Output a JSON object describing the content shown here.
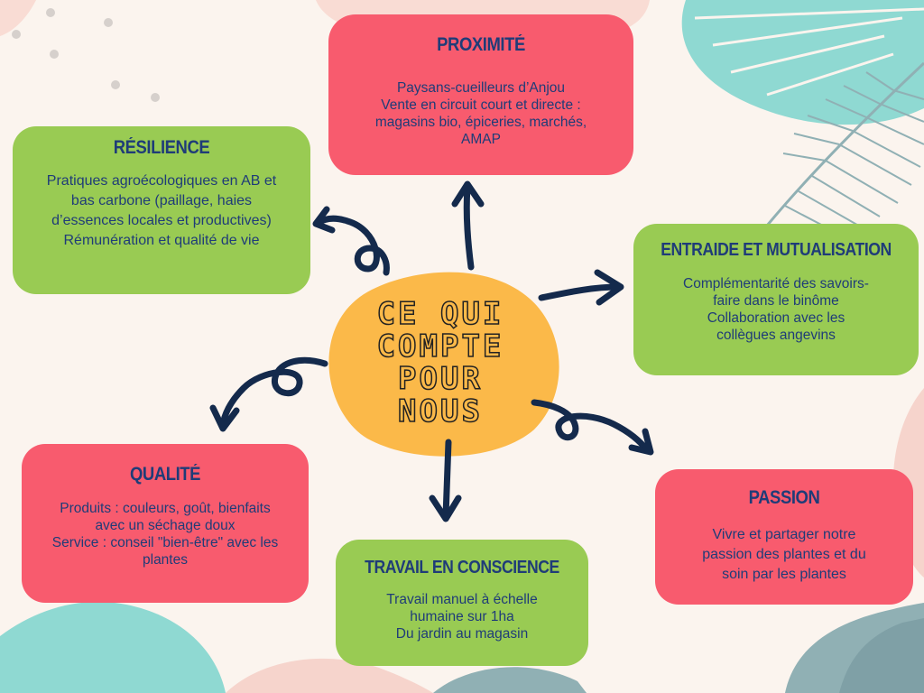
{
  "center": {
    "lines": [
      "CE QUI",
      "COMPTE",
      "POUR",
      "NOUS"
    ]
  },
  "cards": {
    "proximite": {
      "title": "PROXIMITÉ",
      "lines": [
        "Paysans-cueilleurs d’Anjou",
        "Vente en circuit court et directe :",
        "magasins bio, épiceries, marchés,",
        "AMAP"
      ]
    },
    "resilience": {
      "title": "RÉSILIENCE",
      "lines": [
        "Pratiques agroécologiques en AB et",
        "bas carbone (paillage, haies",
        "d’essences locales et productives)",
        "Rémunération et qualité de vie"
      ]
    },
    "entraide": {
      "title": "ENTRAIDE ET MUTUALISATION",
      "lines": [
        "Complémentarité des savoirs-",
        "faire dans le binôme",
        "Collaboration avec les",
        "collègues angevins"
      ]
    },
    "qualite": {
      "title": "QUALITÉ",
      "lines": [
        "Produits : couleurs, goût, bienfaits",
        "avec un séchage doux",
        "Service : conseil \"bien-être\" avec les",
        "plantes"
      ]
    },
    "travail": {
      "title": "TRAVAIL EN CONSCIENCE",
      "lines": [
        "Travail manuel à échelle",
        "humaine sur 1ha",
        "Du jardin au magasin"
      ]
    },
    "passion": {
      "title": "PASSION",
      "lines": [
        "Vivre et partager notre",
        "passion des plantes  et du",
        "soin par les plantes"
      ]
    }
  },
  "colors": {
    "background": "#fbf4ee",
    "red_card": "#f85b6e",
    "green_card": "#99cb53",
    "center_blob": "#fbb949",
    "text_navy": "#1f3c78",
    "arrow": "#142a4c",
    "leaf_teal": "#8fd9d2",
    "leaf_slate": "#90b0b4",
    "dots": "#d6d0cc"
  }
}
